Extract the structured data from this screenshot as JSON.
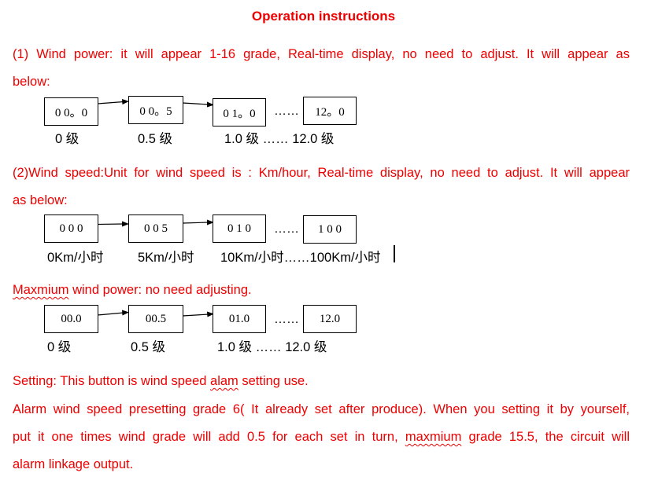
{
  "title": "Operation instructions",
  "section1": {
    "line1": "(1) Wind power: it will appear 1-16 grade, Real-time display, no need to adjust. It will appear as",
    "line2": "below:",
    "boxes": [
      "0 0。0",
      "0 0。5",
      "0 1。0",
      "12。0"
    ],
    "dots": "……",
    "labels": [
      "0 级",
      "0.5 级",
      "1.0 级 …… 12.0 级"
    ]
  },
  "section2": {
    "line1": "(2)Wind speed:Unit for wind speed is : Km/hour, Real-time display, no need to adjust. It will appear",
    "line2": "as below:",
    "boxes": [
      "0 0 0",
      "0 0 5",
      "0 1 0",
      "1 0 0"
    ],
    "dots": "……",
    "labels": [
      "0Km/小时",
      "5Km/小时",
      "10Km/小时……100Km/小时"
    ]
  },
  "section3": {
    "word": "Maxmium",
    "rest": " wind power: no need adjusting.",
    "boxes": [
      "00.0",
      "00.5",
      "01.0",
      "12.0"
    ],
    "dots": "……",
    "labels": [
      "0 级",
      "0.5 级",
      "1.0 级 …… 12.0 级"
    ]
  },
  "setting": {
    "pre": "Setting: This button is wind speed ",
    "word": "alam",
    "post": " setting use."
  },
  "alarm": {
    "line1": "Alarm wind speed presetting grade 6( It already set after produce). When you setting it by yourself,",
    "line2_pre": "put it one times wind grade will add 0.5 for each set in turn, ",
    "line2_word": "maxmium",
    "line2_post": " grade 15.5, the circuit will",
    "line3": "alarm linkage output."
  }
}
